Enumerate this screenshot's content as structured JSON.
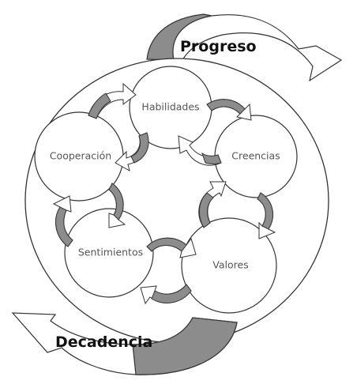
{
  "diagram": {
    "title_top": "Progreso",
    "title_bottom": "Decadencia",
    "nodes": {
      "habilidades": "Habilidades",
      "creencias": "Creencias",
      "valores": "Valores",
      "sentimientos": "Sentimientos",
      "cooperacion": "Cooperación"
    },
    "colors": {
      "arrow_shade": "#8c8c8c",
      "stroke": "#333333",
      "background": "#ffffff"
    }
  }
}
